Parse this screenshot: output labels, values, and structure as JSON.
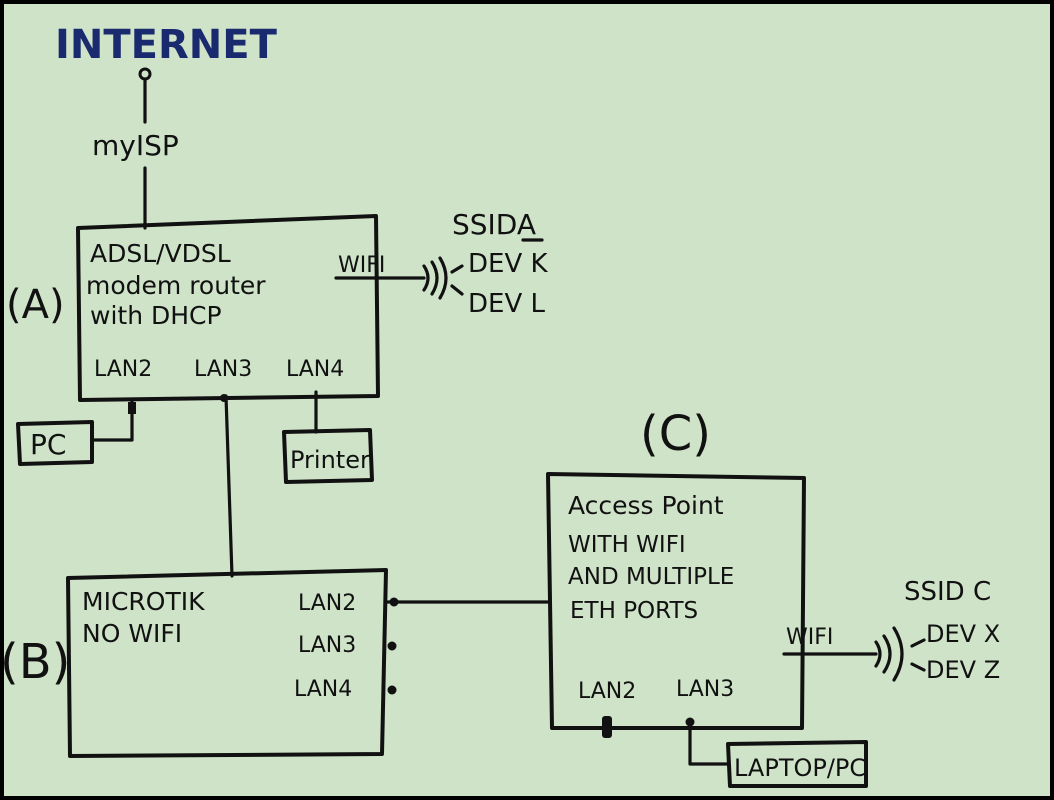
{
  "background_color": "#cfe3c9",
  "ink_color": "#111111",
  "internet_color": "#1a2a6e",
  "internet": {
    "label": "INTERNET"
  },
  "isp": {
    "label": "myISP"
  },
  "router": {
    "tag": "(A)",
    "lines": [
      "ADSL/VDSL",
      "modem router",
      "with DHCP"
    ],
    "wifi": "WIFI",
    "ports": [
      "LAN2",
      "LAN3",
      "LAN4"
    ],
    "ssid": "SSIDA",
    "devices": [
      "DEV K",
      "DEV L"
    ]
  },
  "pc": {
    "label": "PC"
  },
  "printer": {
    "label": "Printer"
  },
  "mikrotik": {
    "tag": "(B)",
    "lines": [
      "MICROTIK",
      "NO WIFI"
    ],
    "ports": [
      "LAN2",
      "LAN3",
      "LAN4"
    ]
  },
  "access_point": {
    "tag": "(C)",
    "lines": [
      "Access Point",
      "WITH WIFI",
      "AND MULTIPLE",
      "ETH PORTS"
    ],
    "wifi": "WIFI",
    "ports": [
      "LAN2",
      "LAN3"
    ],
    "ssid": "SSID C",
    "devices": [
      "DEV X",
      "DEV Z"
    ]
  },
  "laptop": {
    "label": "LAPTOP/PC"
  }
}
